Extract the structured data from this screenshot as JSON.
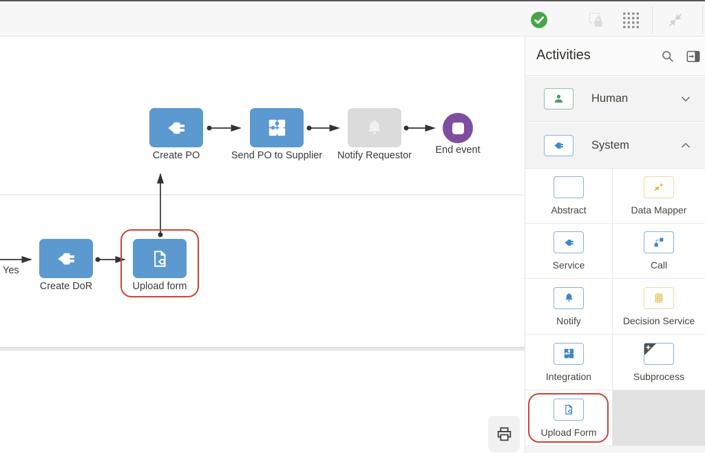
{
  "toolbar": {
    "icons": [
      {
        "name": "validate-check-icon",
        "state": "enabled"
      },
      {
        "name": "lock-snapshot-icon",
        "state": "disabled"
      },
      {
        "name": "apps-grid-icon",
        "state": "enabled"
      },
      {
        "name": "collapse-view-icon",
        "state": "disabled"
      }
    ]
  },
  "canvas": {
    "nodes": [
      {
        "label": "Create PO",
        "type": "service"
      },
      {
        "label": "Send PO to Supplier",
        "type": "integration"
      },
      {
        "label": "Notify Requestor",
        "type": "notify",
        "state": "disabled"
      },
      {
        "label": "End event",
        "type": "end-event"
      },
      {
        "label": "Create DoR",
        "type": "service"
      },
      {
        "label": "Upload form",
        "type": "upload-form",
        "annotated": true
      }
    ],
    "edge_label_yes": "Yes",
    "tools": [
      {
        "name": "print-icon"
      }
    ]
  },
  "palette": {
    "title": "Activities",
    "header_icons": [
      {
        "name": "search-icon"
      },
      {
        "name": "collapse-panel-icon"
      }
    ],
    "sections": [
      {
        "label": "Human",
        "collapsed": true
      },
      {
        "label": "System",
        "collapsed": false
      }
    ],
    "tiles": [
      {
        "label": "Abstract"
      },
      {
        "label": "Data Mapper"
      },
      {
        "label": "Service"
      },
      {
        "label": "Call"
      },
      {
        "label": "Notify"
      },
      {
        "label": "Decision Service"
      },
      {
        "label": "Integration"
      },
      {
        "label": "Subprocess"
      },
      {
        "label": "Upload Form",
        "annotated": true
      }
    ]
  },
  "colors": {
    "node_blue": "#5B99D0",
    "node_disabled_gray": "#DBDBDB",
    "end_event_purple": "#7E4F9E",
    "annotation_red": "#C74634",
    "palette_icon_blue": "#4087C8",
    "palette_icon_gold": "#DFB73F",
    "human_green": "#4C9A67",
    "check_green": "#46A546"
  }
}
